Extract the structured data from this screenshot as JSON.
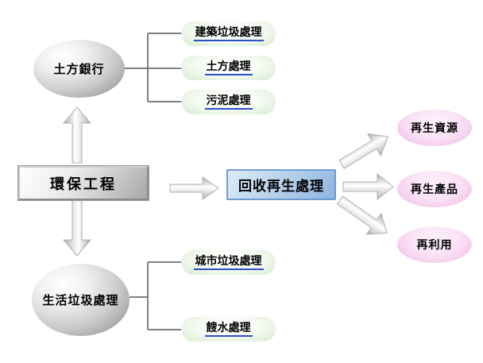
{
  "diagram": {
    "center_node": {
      "label": "環保工程"
    },
    "hub_node": {
      "label": "回收再生處理"
    },
    "top_branch": {
      "node_label": "土方銀行",
      "links": [
        "建築垃圾處理",
        "土方處理",
        "污泥處理"
      ]
    },
    "bottom_branch": {
      "node_label": "生活垃圾處理",
      "links": [
        "城市垃圾處理",
        "餿水處理"
      ]
    },
    "outputs": [
      "再生資源",
      "再生產品",
      "再利用"
    ],
    "colors": {
      "node_gray": "#acacac",
      "pill_green": "#d3ebcc",
      "link_underline": "#2b50c8",
      "hub_fill": "#9dbfe4",
      "hub_border": "#6d9cd1",
      "output_pink": "#f2c6ea",
      "connector": "#7f7f7f"
    }
  }
}
